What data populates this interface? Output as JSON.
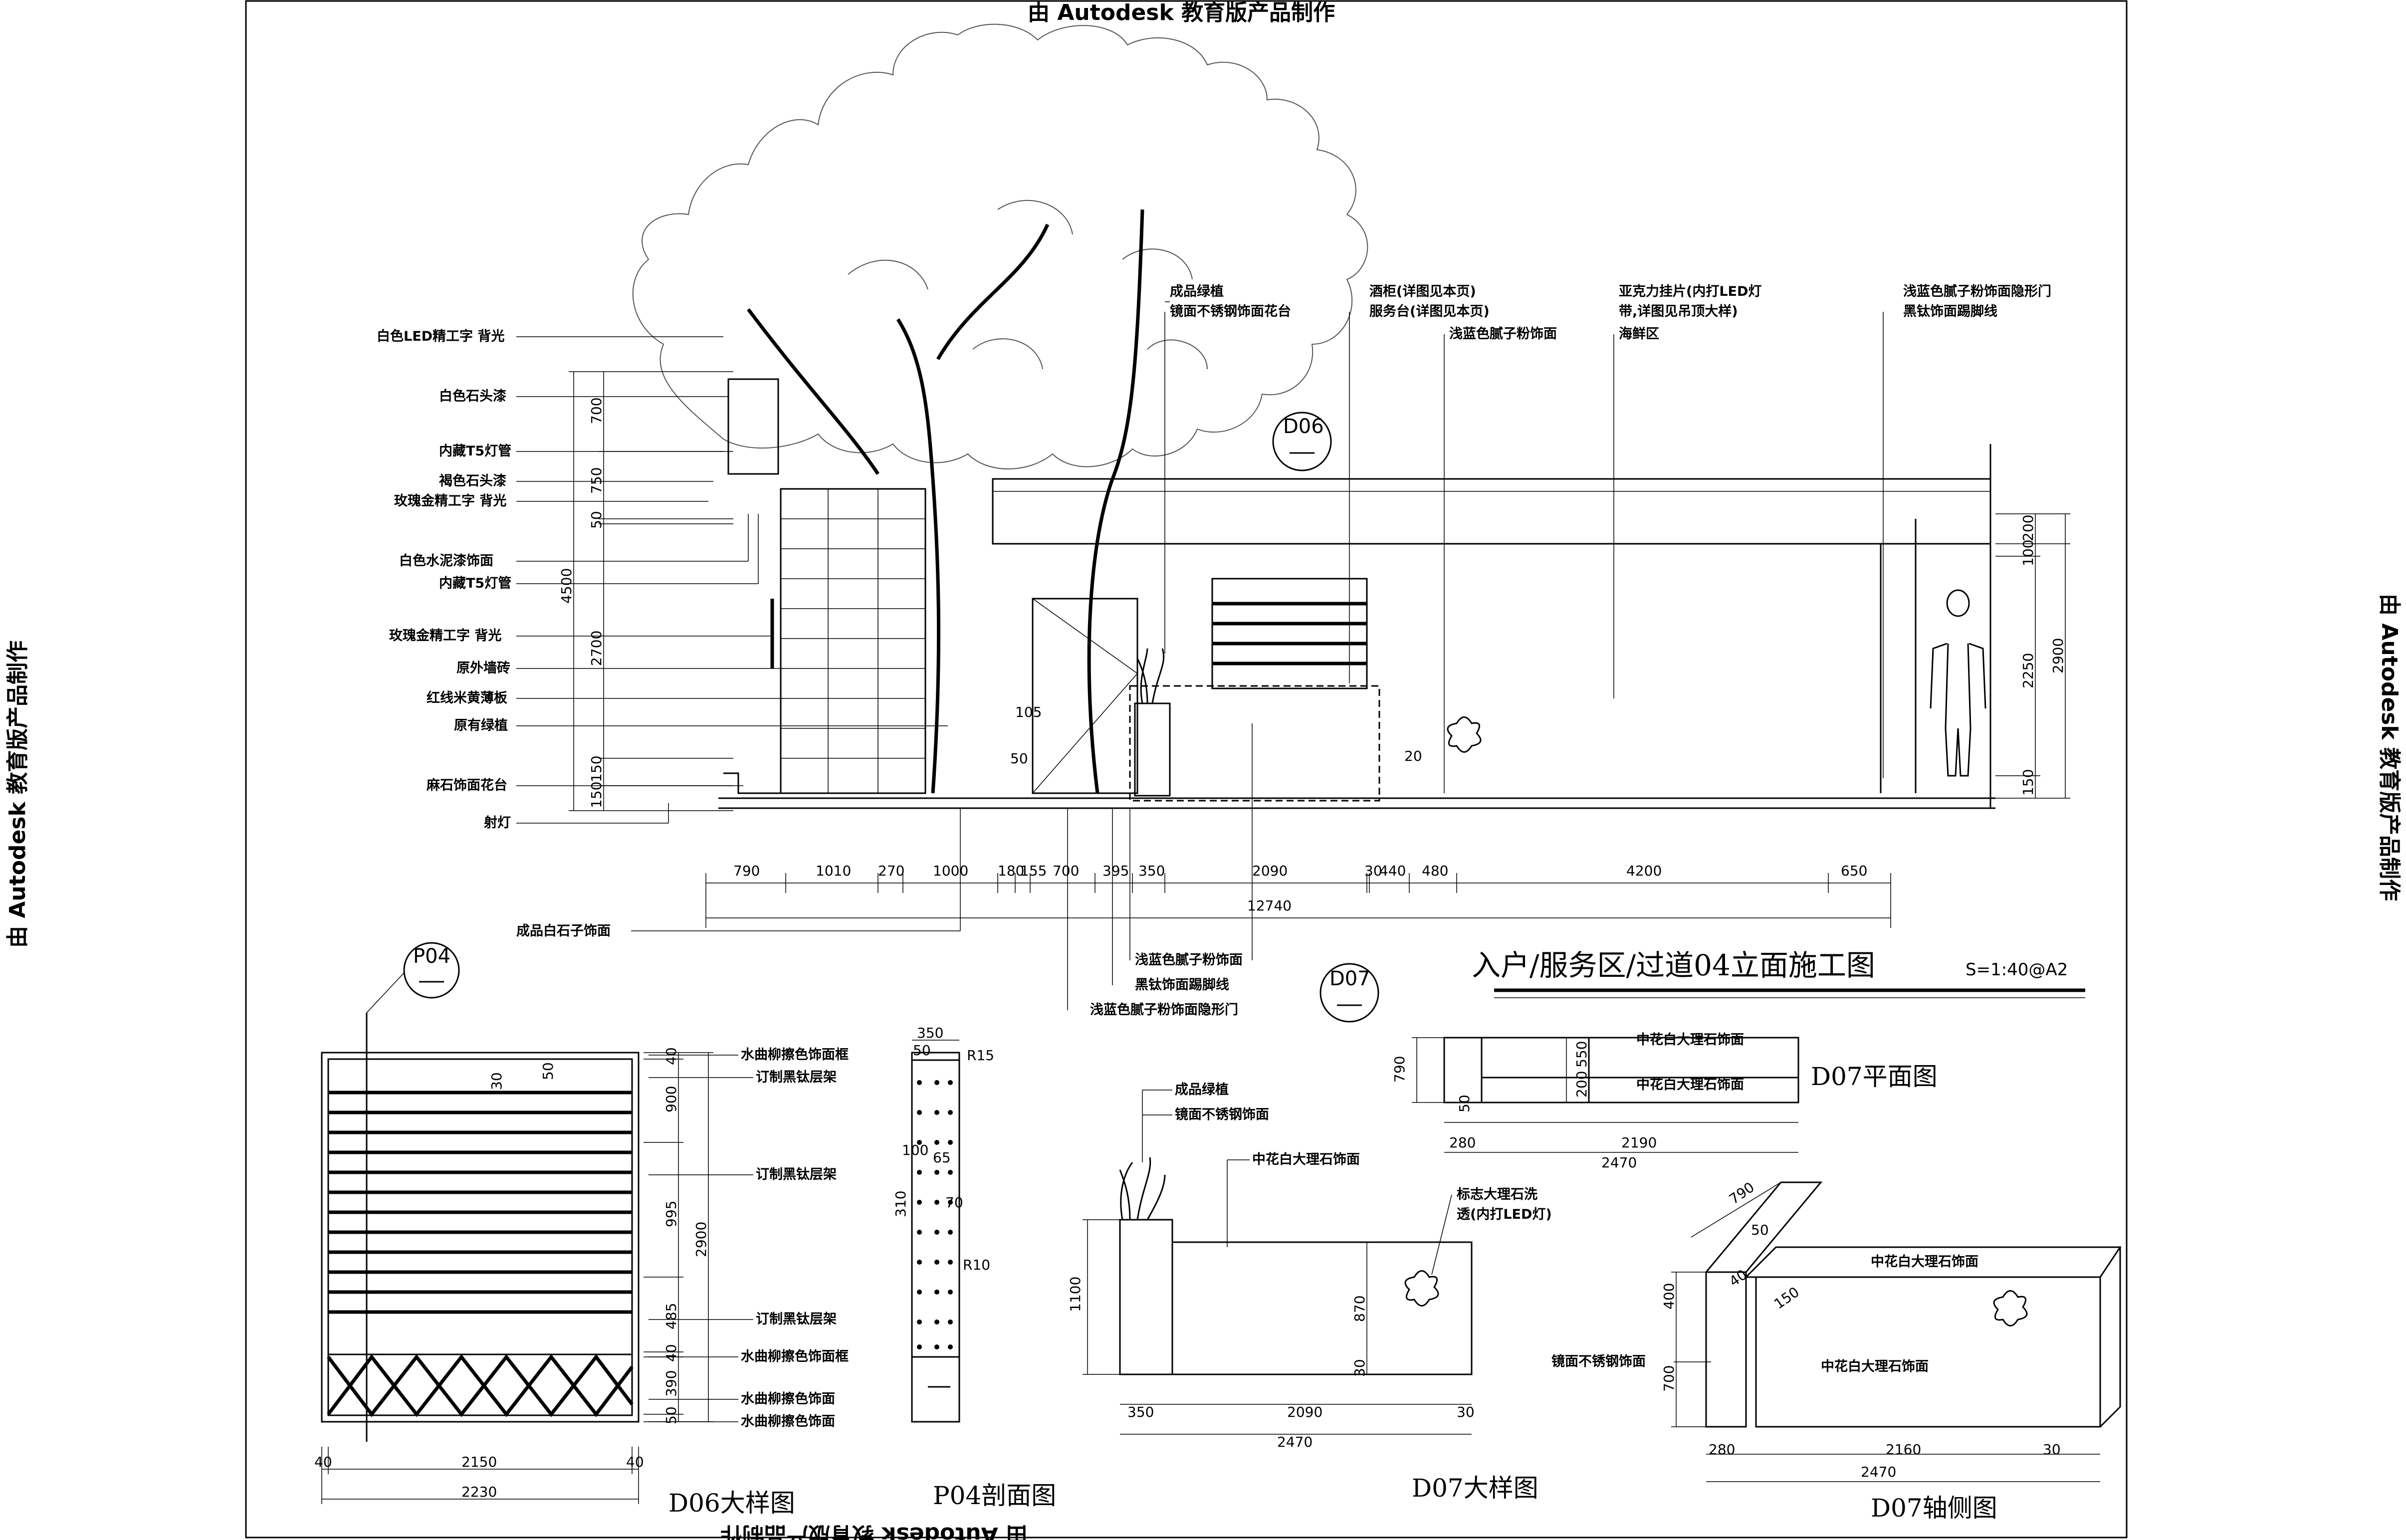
{
  "watermark": "由 Autodesk 教育版产品制作",
  "elevation": {
    "title": "入户/服务区/过道04立面施工图",
    "scale": "S=1:40@A2",
    "left_labels": [
      "白色LED精工字 背光",
      "白色石头漆",
      "内藏T5灯管",
      "褐色石头漆",
      "玫瑰金精工字 背光",
      "白色水泥漆饰面",
      "内藏T5灯管",
      "玫瑰金精工字 背光",
      "原外墙砖",
      "红线米黄薄板",
      "原有绿植",
      "麻石饰面花台",
      "射灯"
    ],
    "top_labels": {
      "plant": "成品绿植",
      "planter": "镜面不锈钢饰面花台",
      "cabinet": "酒柜(详图见本页)",
      "counter": "服务台(详图见本页)",
      "putty": "浅蓝色腻子粉饰面",
      "acrylic1": "亚克力挂片(内打LED灯",
      "acrylic2": "带,详图见吊顶大样)",
      "seafood": "海鲜区",
      "door": "浅蓝色腻子粉饰面隐形门",
      "skirting": "黑钛饰面踢脚线"
    },
    "bottom_labels": [
      "成品白石子饰面",
      "浅蓝色腻子粉饰面",
      "黑钛饰面踢脚线",
      "浅蓝色腻子粉饰面隐形门"
    ],
    "left_dims": [
      "4500",
      "700",
      "750",
      "50",
      "2700",
      "150",
      "150"
    ],
    "right_dims": [
      "200",
      "100",
      "2250",
      "2900",
      "150"
    ],
    "inline_dims": [
      "105",
      "50",
      "20"
    ],
    "bottom_dims": [
      "790",
      "1010",
      "270",
      "1000",
      "180",
      "155",
      "700",
      "395",
      "350",
      "2090",
      "30",
      "440",
      "480",
      "4200",
      "650"
    ],
    "total": "12740",
    "tag_d06": "D06",
    "tag_d07": "D07"
  },
  "d06": {
    "title": "D06大样图",
    "tag": "P04",
    "labels": [
      "水曲柳擦色饰面框",
      "订制黑钛层架",
      "订制黑钛层架",
      "订制黑钛层架",
      "水曲柳擦色饰面框",
      "水曲柳擦色饰面",
      "水曲柳擦色饰面"
    ],
    "right_dims": [
      "40",
      "900",
      "995",
      "485",
      "40",
      "390",
      "50",
      "2900"
    ],
    "small_dims": [
      "50",
      "30"
    ],
    "bottom_dims": [
      "40",
      "2150",
      "40",
      "2230"
    ]
  },
  "p04": {
    "title": "P04剖面图",
    "dims": [
      "350",
      "50",
      "R15",
      "100",
      "65",
      "310",
      "70",
      "R10"
    ]
  },
  "d07_plan": {
    "title": "D07平面图",
    "labels": [
      "中花白大理石饰面",
      "中花白大理石饰面"
    ],
    "dims": [
      "790",
      "550",
      "200",
      "50",
      "280",
      "2190",
      "2470"
    ]
  },
  "d07_detail": {
    "title": "D07大样图",
    "labels": [
      "成品绿植",
      "镜面不锈钢饰面",
      "中花白大理石饰面",
      "标志大理石洗",
      "透(内打LED灯)"
    ],
    "dims": [
      "1100",
      "870",
      "30",
      "350",
      "2090",
      "30",
      "2470"
    ]
  },
  "d07_axon": {
    "title": "D07轴侧图",
    "labels": [
      "中花白大理石饰面",
      "中花白大理石饰面",
      "镜面不锈钢饰面"
    ],
    "dims": [
      "790",
      "50",
      "400",
      "150",
      "40",
      "700",
      "280",
      "2160",
      "30",
      "2470"
    ]
  }
}
